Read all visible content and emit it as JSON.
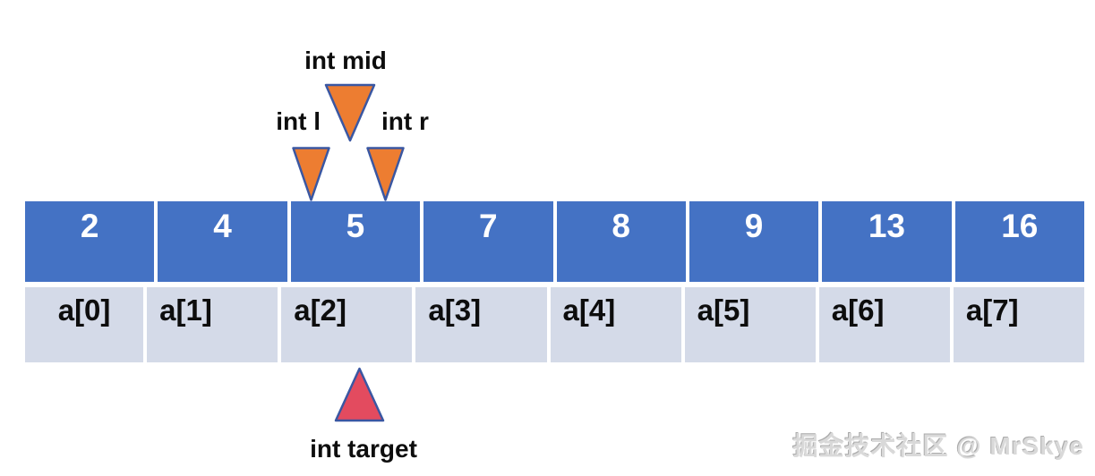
{
  "pointers": {
    "mid_label": "int mid",
    "l_label": "int l",
    "r_label": "int r",
    "target_label": "int target"
  },
  "array": {
    "values": [
      "2",
      "4",
      "5",
      "7",
      "8",
      "9",
      "13",
      "16"
    ],
    "labels": [
      "a[0]",
      "a[1]",
      "a[2]",
      "a[3]",
      "a[4]",
      "a[5]",
      "a[6]",
      "a[7]"
    ]
  },
  "colors": {
    "value_cell_bg": "#4472C4",
    "label_cell_bg": "#D4DAE8",
    "pointer_triangle_fill": "#ED7D31",
    "target_triangle_fill": "#E34B5F",
    "triangle_stroke": "#3A57A2",
    "value_text": "#FFFFFF",
    "label_text": "#0D0D0D"
  },
  "watermark": "掘金技术社区 @ MrSkye"
}
